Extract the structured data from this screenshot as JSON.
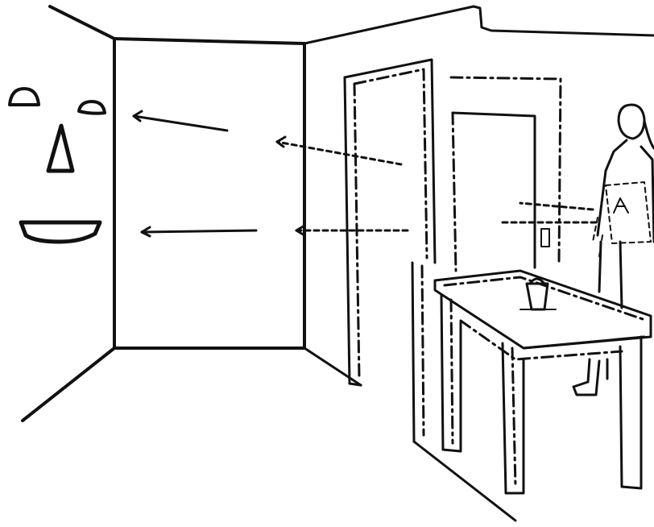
{
  "illustration": {
    "subject": "",
    "colors": {
      "ink": "#111111",
      "paper": "#ffffff"
    },
    "parts": [
      "face-mask-outline",
      "wall-panel",
      "doorway-frame",
      "inner-door",
      "table",
      "projector-lamp",
      "person-figure",
      "projection-arrows"
    ]
  }
}
